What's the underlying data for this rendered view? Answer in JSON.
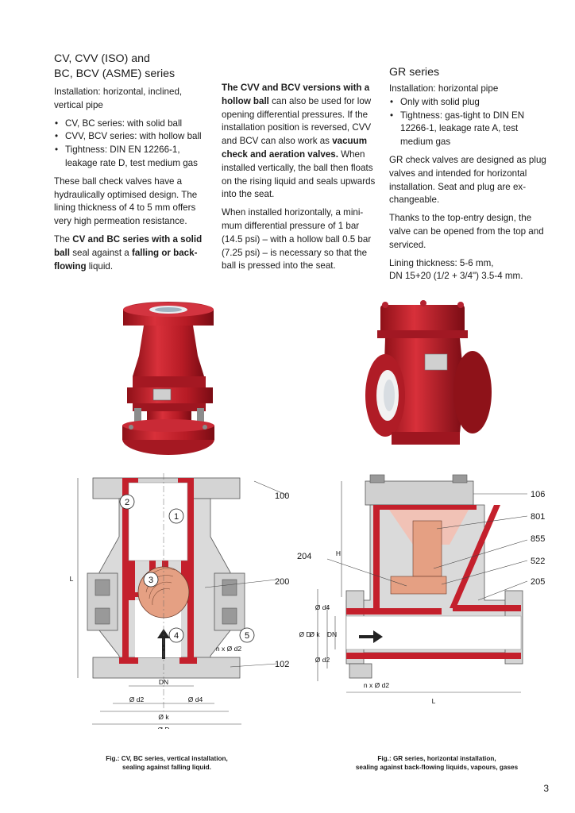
{
  "col1": {
    "heading1": "CV, CVV (ISO) and",
    "heading2": "BC, BCV (ASME) series",
    "install": "Installation: horizontal, inclined, vertical pipe",
    "bullets": [
      "CV, BC series: with solid ball",
      "CVV, BCV series: with hollow ball",
      "Tightness: DIN EN 12266-1, leakage rate D, test medium gas"
    ],
    "para1": "These ball check valves have a hydraulically optimised design. The lining thickness of 4 to 5 mm offers very high permeation resistance.",
    "para2_a": "The ",
    "para2_b": "CV and BC series with a solid ball",
    "para2_c": " seal against a ",
    "para2_d": "falling or back-flowing",
    "para2_e": " liquid."
  },
  "col2": {
    "p1_a": "The CVV and BCV versions with a hollow ball",
    "p1_b": " can also be used for low opening differential pressures. If the installation position is reversed, CVV and BCV can also work as ",
    "p1_c": "vacuum check and aeration valves.",
    "p1_d": " When installed vertically, the ball then floats on the rising liquid and seals upwards into the seat.",
    "p2": "When installed horizontally, a mini-mum differential pressure of 1 bar (14.5 psi) – with a hollow ball 0.5 bar (7.25 psi) – is necessary so that the ball is pressed into the seat."
  },
  "col3": {
    "heading": "GR series",
    "install": "Installation: horizontal pipe",
    "bullets": [
      "Only with solid plug",
      "Tightness: gas-tight to DIN EN 12266-1, leakage rate A, test medium gas"
    ],
    "para1": "GR check valves are designed as plug valves and intended for horizontal installation. Seat and plug are ex-changeable.",
    "para2": "Thanks to the top-entry design, the valve can be opened from the top and serviced.",
    "para3a": "Lining thickness: 5-6 mm,",
    "para3b": "DN 15+20 (1/2 + 3/4\") 3.5-4 mm."
  },
  "diagram_left": {
    "callouts": [
      "100",
      "200",
      "102"
    ],
    "circled": [
      "1",
      "2",
      "3",
      "4",
      "5"
    ],
    "dims": [
      "L",
      "DN",
      "Ø d2",
      "Ø d4",
      "Ø k",
      "Ø D",
      "n x Ø d2"
    ]
  },
  "diagram_right": {
    "callouts": [
      "106",
      "801",
      "855",
      "522",
      "204",
      "205"
    ],
    "dims": [
      "H",
      "Ø d4",
      "Ø D",
      "Ø k",
      "DN",
      "Ø d2",
      "n x Ø d2",
      "L"
    ]
  },
  "captions": {
    "left1": "Fig.: CV, BC series, vertical installation,",
    "left2": "sealing against falling liquid.",
    "right1": "Fig.: GR series, horizontal installation,",
    "right2": "sealing against back-flowing liquids, vapours, gases"
  },
  "page_number": "3",
  "colors": {
    "valve_red": "#c4202c",
    "ptfe_pink": "#e9a892",
    "ptfe_white": "#f3f3f3",
    "body_grey": "#d9d9d9"
  }
}
